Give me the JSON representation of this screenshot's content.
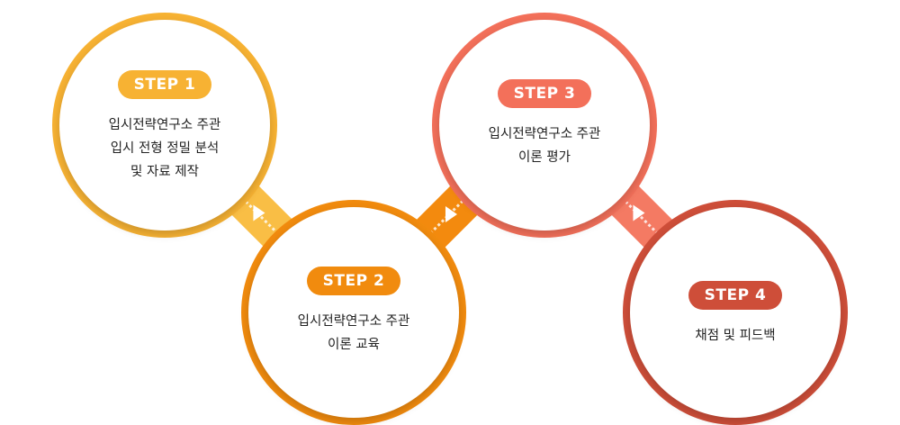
{
  "colors": {
    "step1": "#F7B233",
    "step2": "#F18B0E",
    "step3": "#F3705A",
    "step4": "#CE4E39"
  },
  "steps": [
    {
      "badge": "STEP 1",
      "lines": [
        "입시전략연구소 주관",
        "입시 전형 정밀 분석",
        "및 자료 제작"
      ]
    },
    {
      "badge": "STEP 2",
      "lines": [
        "입시전략연구소 주관",
        "이론 교육"
      ]
    },
    {
      "badge": "STEP 3",
      "lines": [
        "입시전략연구소 주관",
        "이론 평가"
      ]
    },
    {
      "badge": "STEP 4",
      "lines": [
        "채점 및 피드백"
      ]
    }
  ]
}
